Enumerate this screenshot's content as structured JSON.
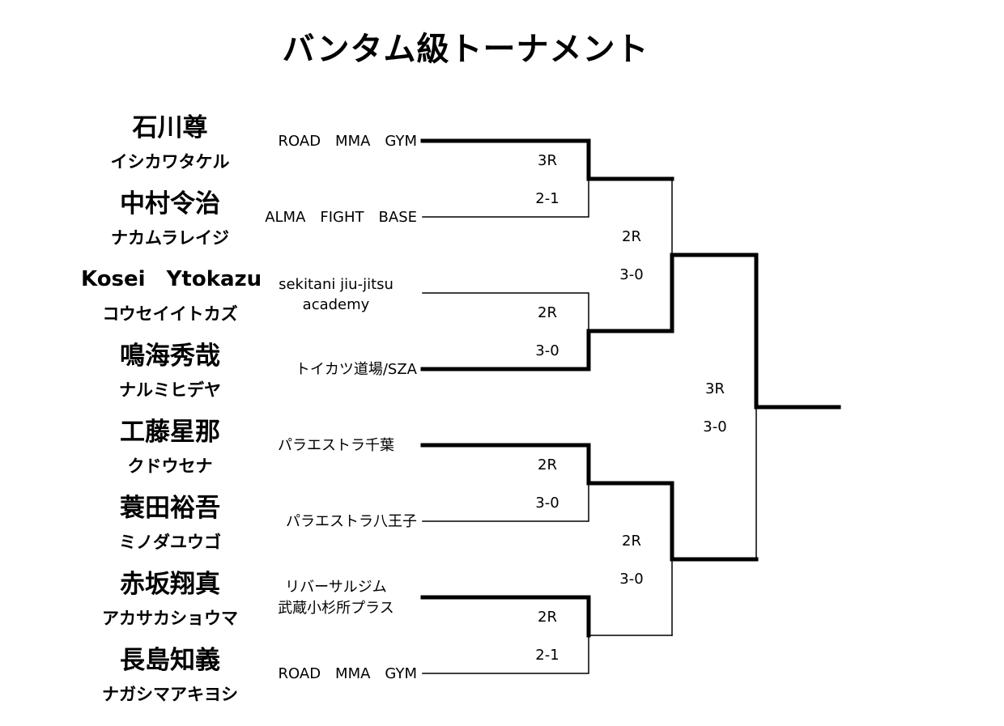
{
  "title": "バンタム級トーナメント",
  "fighters": [
    {
      "name": "石川尊",
      "kana": "イシカワタケル",
      "gym": "ROAD　MMA　GYM"
    },
    {
      "name": "中村令治",
      "kana": "ナカムラレイジ",
      "gym": "ALMA　FIGHT　BASE"
    },
    {
      "name": "Kosei　Ytokazu",
      "kana": "コウセイイトカズ",
      "gym_line1": "sekitani jiu-jitsu",
      "gym_line2": "academy"
    },
    {
      "name": "鳴海秀哉",
      "kana": "ナルミヒデヤ",
      "gym": "トイカツ道場/SZA"
    },
    {
      "name": "工藤星那",
      "kana": "クドウセナ",
      "gym": "パラエストラ千葉"
    },
    {
      "name": "蓑田裕吾",
      "kana": "ミノダユウゴ",
      "gym": "パラエストラ八王子"
    },
    {
      "name": "赤坂翔真",
      "kana": "アカサカショウマ",
      "gym_line1": "リバーサルジム",
      "gym_line2": "武蔵小杉所プラス"
    },
    {
      "name": "長島知義",
      "kana": "ナガシマアキヨシ",
      "gym": "ROAD　MMA　GYM"
    }
  ],
  "round1": [
    {
      "round": "3R",
      "score": "2-1"
    },
    {
      "round": "2R",
      "score": "3-0"
    },
    {
      "round": "2R",
      "score": "3-0"
    },
    {
      "round": "2R",
      "score": "2-1"
    }
  ],
  "semifinals": [
    {
      "round": "2R",
      "score": "3-0"
    },
    {
      "round": "2R",
      "score": "3-0"
    }
  ],
  "final": {
    "round": "3R",
    "score": "3-0"
  }
}
